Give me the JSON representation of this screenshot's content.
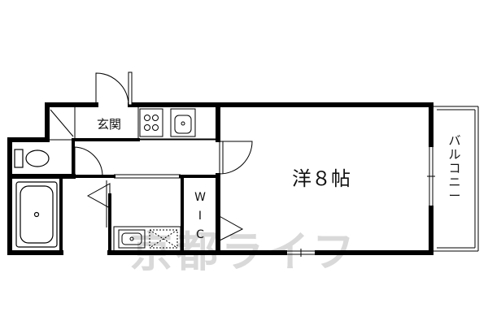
{
  "rooms": {
    "entrance": "玄関",
    "western": "洋８帖",
    "balcony": "バルコニー",
    "wic": [
      "W",
      "I",
      "C"
    ]
  },
  "watermark": "京都ライフ"
}
